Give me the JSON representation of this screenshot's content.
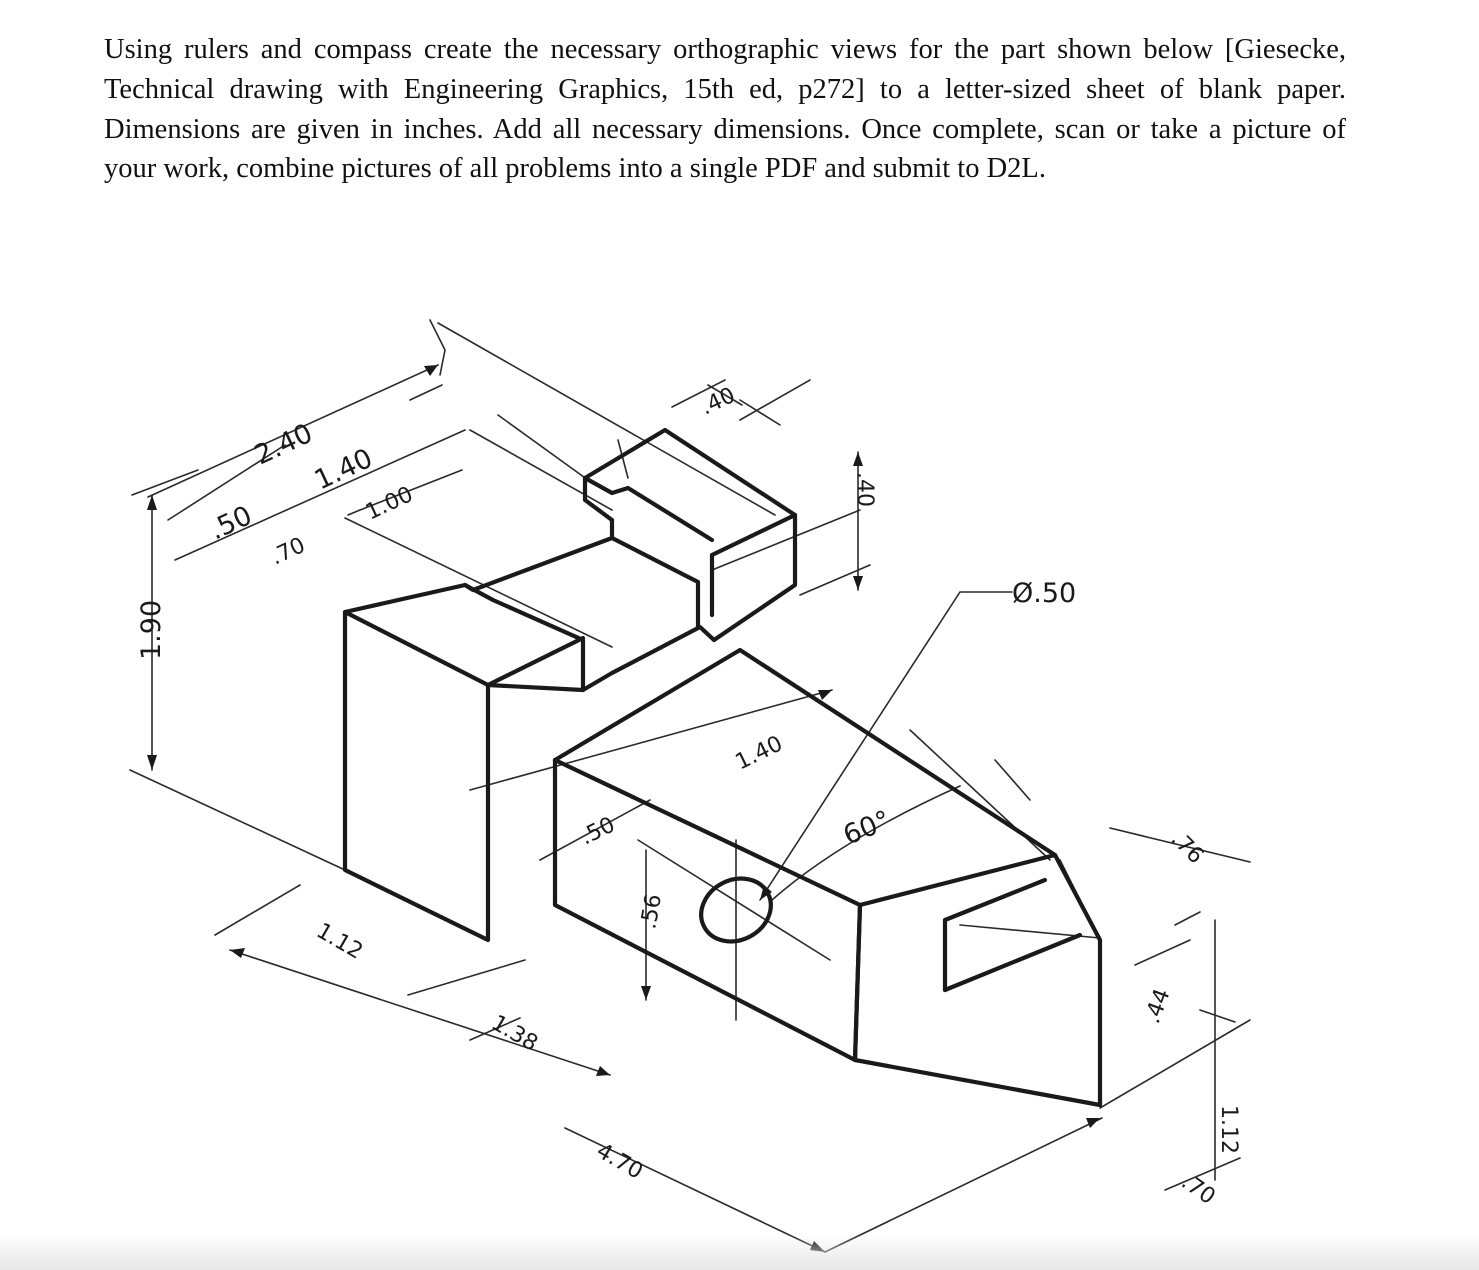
{
  "instructions": "Using rulers and compass create the necessary orthographic views for the part shown below [Giesecke, Technical drawing with Engineering Graphics, 15th ed, p272] to a letter-sized sheet of blank paper. Dimensions are given in inches. Add all necessary dimensions. Once complete, scan or take a picture of your work, combine pictures of all problems into a single PDF and submit to D2L.",
  "figure": {
    "dimensions": {
      "overall_height": "1.90",
      "overall_depth": "2.40",
      "offset_50": ".50",
      "depth_140_top": "1.40",
      "offset_70": ".70",
      "depth_100": "1.00",
      "slot_width_40": ".40",
      "block_height_40": ".40",
      "hole_diameter": "Ø.50",
      "boss_width_140": "1.40",
      "boss_height_50": ".50",
      "hole_offset_56": ".56",
      "angle": "60°",
      "tip_76": ".76",
      "notch_44": ".44",
      "base_112_left": "1.12",
      "base_138": "1.38",
      "overall_length": "4.70",
      "tip_112_right": "1.12",
      "tip_70": ".70"
    }
  }
}
